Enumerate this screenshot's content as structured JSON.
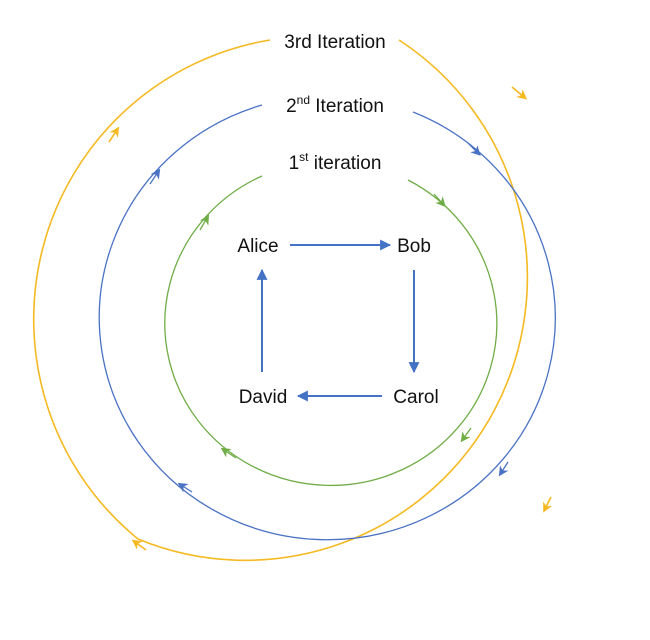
{
  "iterations": {
    "third": {
      "text": "3rd Iteration"
    },
    "second": {
      "number": "2",
      "suffix": "nd",
      "text": " Iteration"
    },
    "first": {
      "number": "1",
      "suffix": "st",
      "text": " iteration"
    }
  },
  "nodes": {
    "alice": "Alice",
    "bob": "Bob",
    "carol": "Carol",
    "david": "David"
  },
  "colors": {
    "third_ring": "#f5b921",
    "second_ring": "#4a72c4",
    "first_ring": "#70ad47",
    "node_arrows": "#4472c4"
  }
}
